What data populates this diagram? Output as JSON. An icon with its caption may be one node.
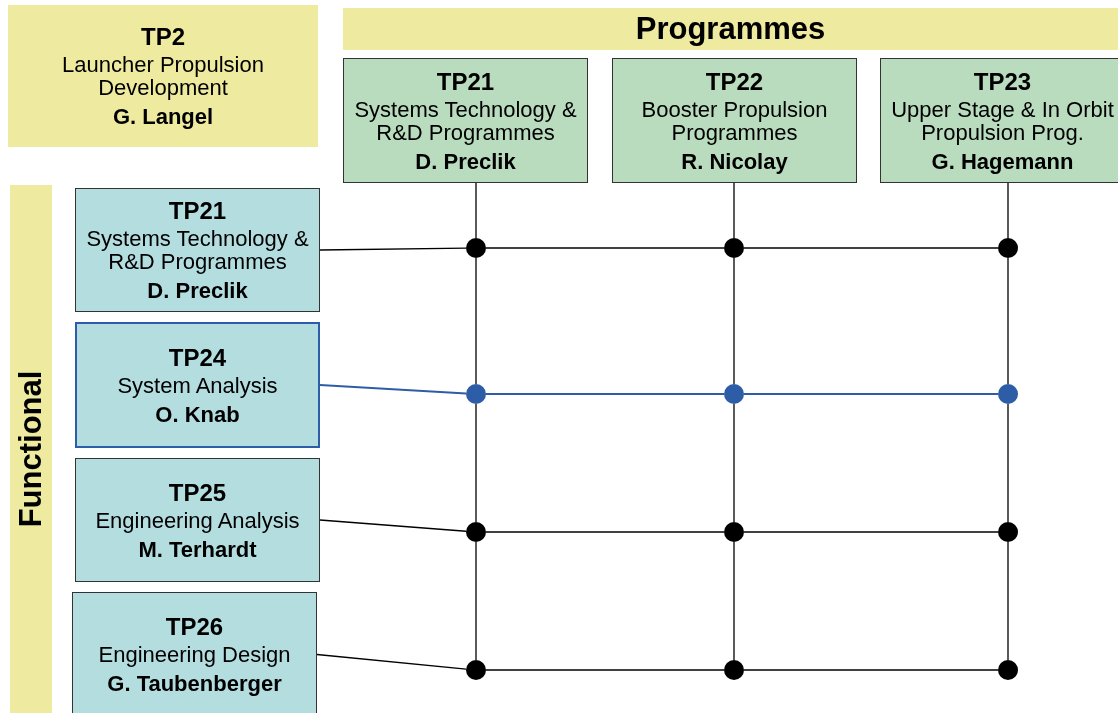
{
  "diagram": {
    "nodes": [
      {
        "text": [
          "TP2",
          "Launcher Propulsion Development",
          "G. Langel"
        ]
      },
      {
        "text": [
          "Programmes"
        ]
      },
      {
        "text": [
          "TP21",
          "Systems Technology & R&D Programmes",
          "D. Preclik"
        ]
      },
      {
        "text": [
          "TP22",
          "Booster Propulsion Programmes",
          "R. Nicolay"
        ]
      },
      {
        "text": [
          "TP23",
          "Upper Stage & In Orbit Propulsion Prog.",
          "G. Hagemann"
        ]
      },
      {
        "text": [
          "Functional"
        ]
      },
      {
        "text": [
          "TP21",
          "Systems Technology & R&D Programmes",
          "D. Preclik"
        ]
      },
      {
        "text": [
          "TP24",
          "System Analysis",
          "O. Knab"
        ]
      },
      {
        "text": [
          "TP25",
          "Engineering Analysis",
          "M. Terhardt"
        ]
      },
      {
        "text": [
          "TP26",
          "Engineering Design",
          "G. Taubenberger"
        ]
      },
      {
        "text": [],
        "shape": "circle"
      },
      {
        "text": [],
        "shape": "circle"
      },
      {
        "text": [],
        "shape": "circle"
      },
      {
        "text": [],
        "shape": "circle"
      },
      {
        "text": [],
        "shape": "circle"
      },
      {
        "text": [],
        "shape": "circle"
      },
      {
        "text": [],
        "shape": "circle"
      },
      {
        "text": [],
        "shape": "circle"
      },
      {
        "text": [],
        "shape": "circle"
      },
      {
        "text": [],
        "shape": "circle"
      },
      {
        "text": [],
        "shape": "circle"
      },
      {
        "text": [],
        "shape": "circle"
      }
    ],
    "edges": [
      {
        "from": 6,
        "to": 10,
        "arrow": "none"
      },
      {
        "from": 10,
        "to": 11,
        "arrow": "none"
      },
      {
        "from": 11,
        "to": 12,
        "arrow": "none"
      },
      {
        "from": 7,
        "to": 13,
        "arrow": "none",
        "color": "#2e5da8"
      },
      {
        "from": 13,
        "to": 14,
        "arrow": "none",
        "color": "#2e5da8"
      },
      {
        "from": 14,
        "to": 15,
        "arrow": "none",
        "color": "#2e5da8"
      },
      {
        "from": 8,
        "to": 16,
        "arrow": "none"
      },
      {
        "from": 16,
        "to": 17,
        "arrow": "none"
      },
      {
        "from": 17,
        "to": 18,
        "arrow": "none"
      },
      {
        "from": 9,
        "to": 19,
        "arrow": "none"
      },
      {
        "from": 19,
        "to": 20,
        "arrow": "none"
      },
      {
        "from": 20,
        "to": 21,
        "arrow": "none"
      },
      {
        "from": 2,
        "to": 10,
        "arrow": "none"
      },
      {
        "from": 10,
        "to": 13,
        "arrow": "none"
      },
      {
        "from": 13,
        "to": 16,
        "arrow": "none"
      },
      {
        "from": 16,
        "to": 19,
        "arrow": "none"
      },
      {
        "from": 3,
        "to": 11,
        "arrow": "none"
      },
      {
        "from": 11,
        "to": 14,
        "arrow": "none"
      },
      {
        "from": 14,
        "to": 17,
        "arrow": "none"
      },
      {
        "from": 17,
        "to": 20,
        "arrow": "none"
      },
      {
        "from": 4,
        "to": 12,
        "arrow": "none"
      },
      {
        "from": 12,
        "to": 15,
        "arrow": "none"
      },
      {
        "from": 15,
        "to": 18,
        "arrow": "none"
      },
      {
        "from": 18,
        "to": 21,
        "arrow": "none"
      }
    ]
  }
}
